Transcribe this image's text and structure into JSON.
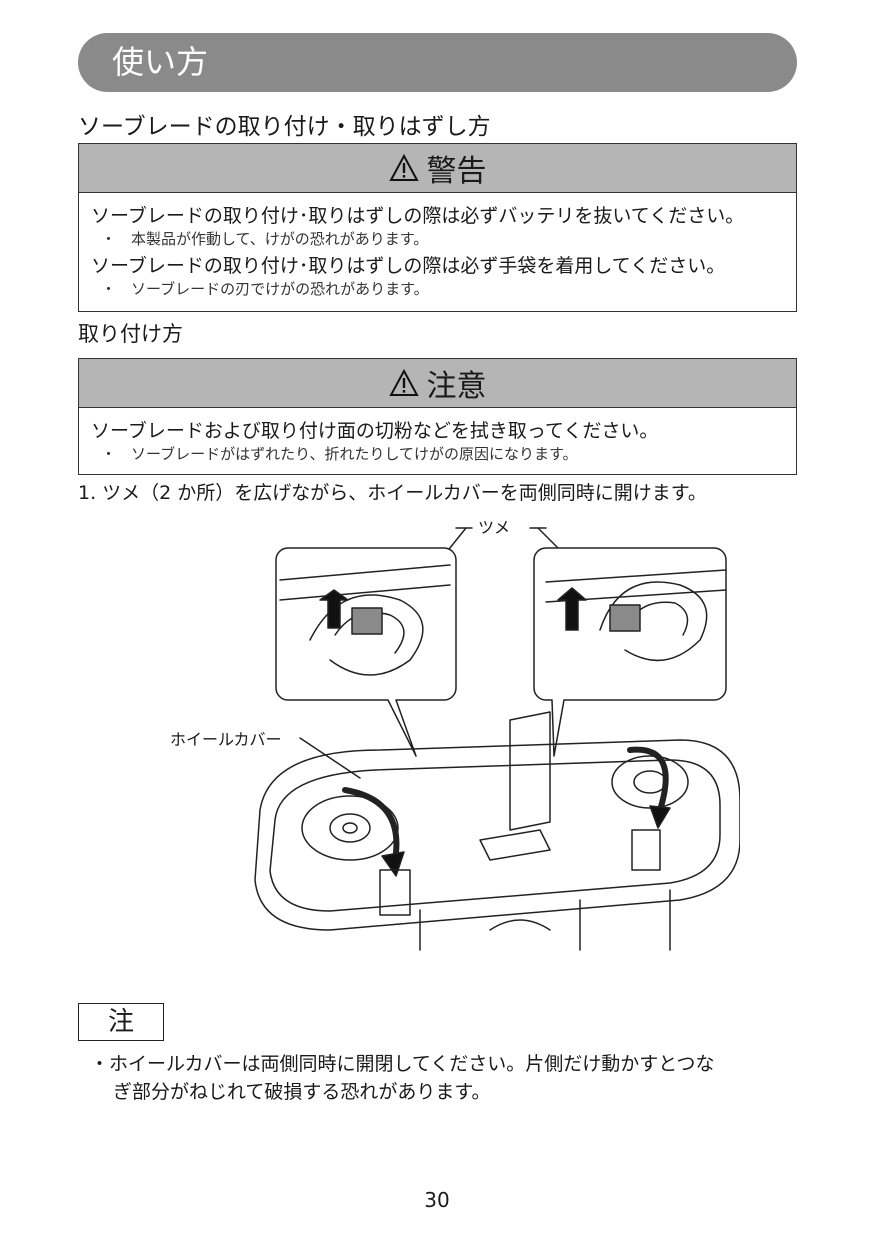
{
  "header": {
    "title": "使い方"
  },
  "section": {
    "title": "ソーブレードの取り付け・取りはずし方"
  },
  "warning": {
    "heading": "警告",
    "items": [
      {
        "main": "ソーブレードの取り付け･取りはずしの際は必ずバッテリを抜いてください。",
        "sub": "本製品が作動して、けがの恐れがあります。"
      },
      {
        "main": "ソーブレードの取り付け･取りはずしの際は必ず手袋を着用してください。",
        "sub": "ソーブレードの刃でけがの恐れがあります。"
      }
    ]
  },
  "subsection": {
    "title": "取り付け方"
  },
  "caution": {
    "heading": "注意",
    "items": [
      {
        "main": "ソーブレードおよび取り付け面の切粉などを拭き取ってください。",
        "sub": "ソーブレードがはずれたり、折れたりしてけがの原因になります。"
      }
    ]
  },
  "step1": {
    "text": "1.  ツメ（2 か所）を広げながら、ホイールカバーを両側同時に開けます。"
  },
  "figure": {
    "label_claw": "ツメ",
    "label_cover": "ホイールカバー"
  },
  "note": {
    "heading": "注",
    "bullet": "・",
    "line1": "ホイールカバーは両側同時に開閉してください。片側だけ動かすとつな",
    "line2": "ぎ部分がねじれて破損する恐れがあります。"
  },
  "page": {
    "number": "30"
  },
  "colors": {
    "header_bg": "#8a8a8a",
    "box_head_bg": "#b5b5b5"
  }
}
